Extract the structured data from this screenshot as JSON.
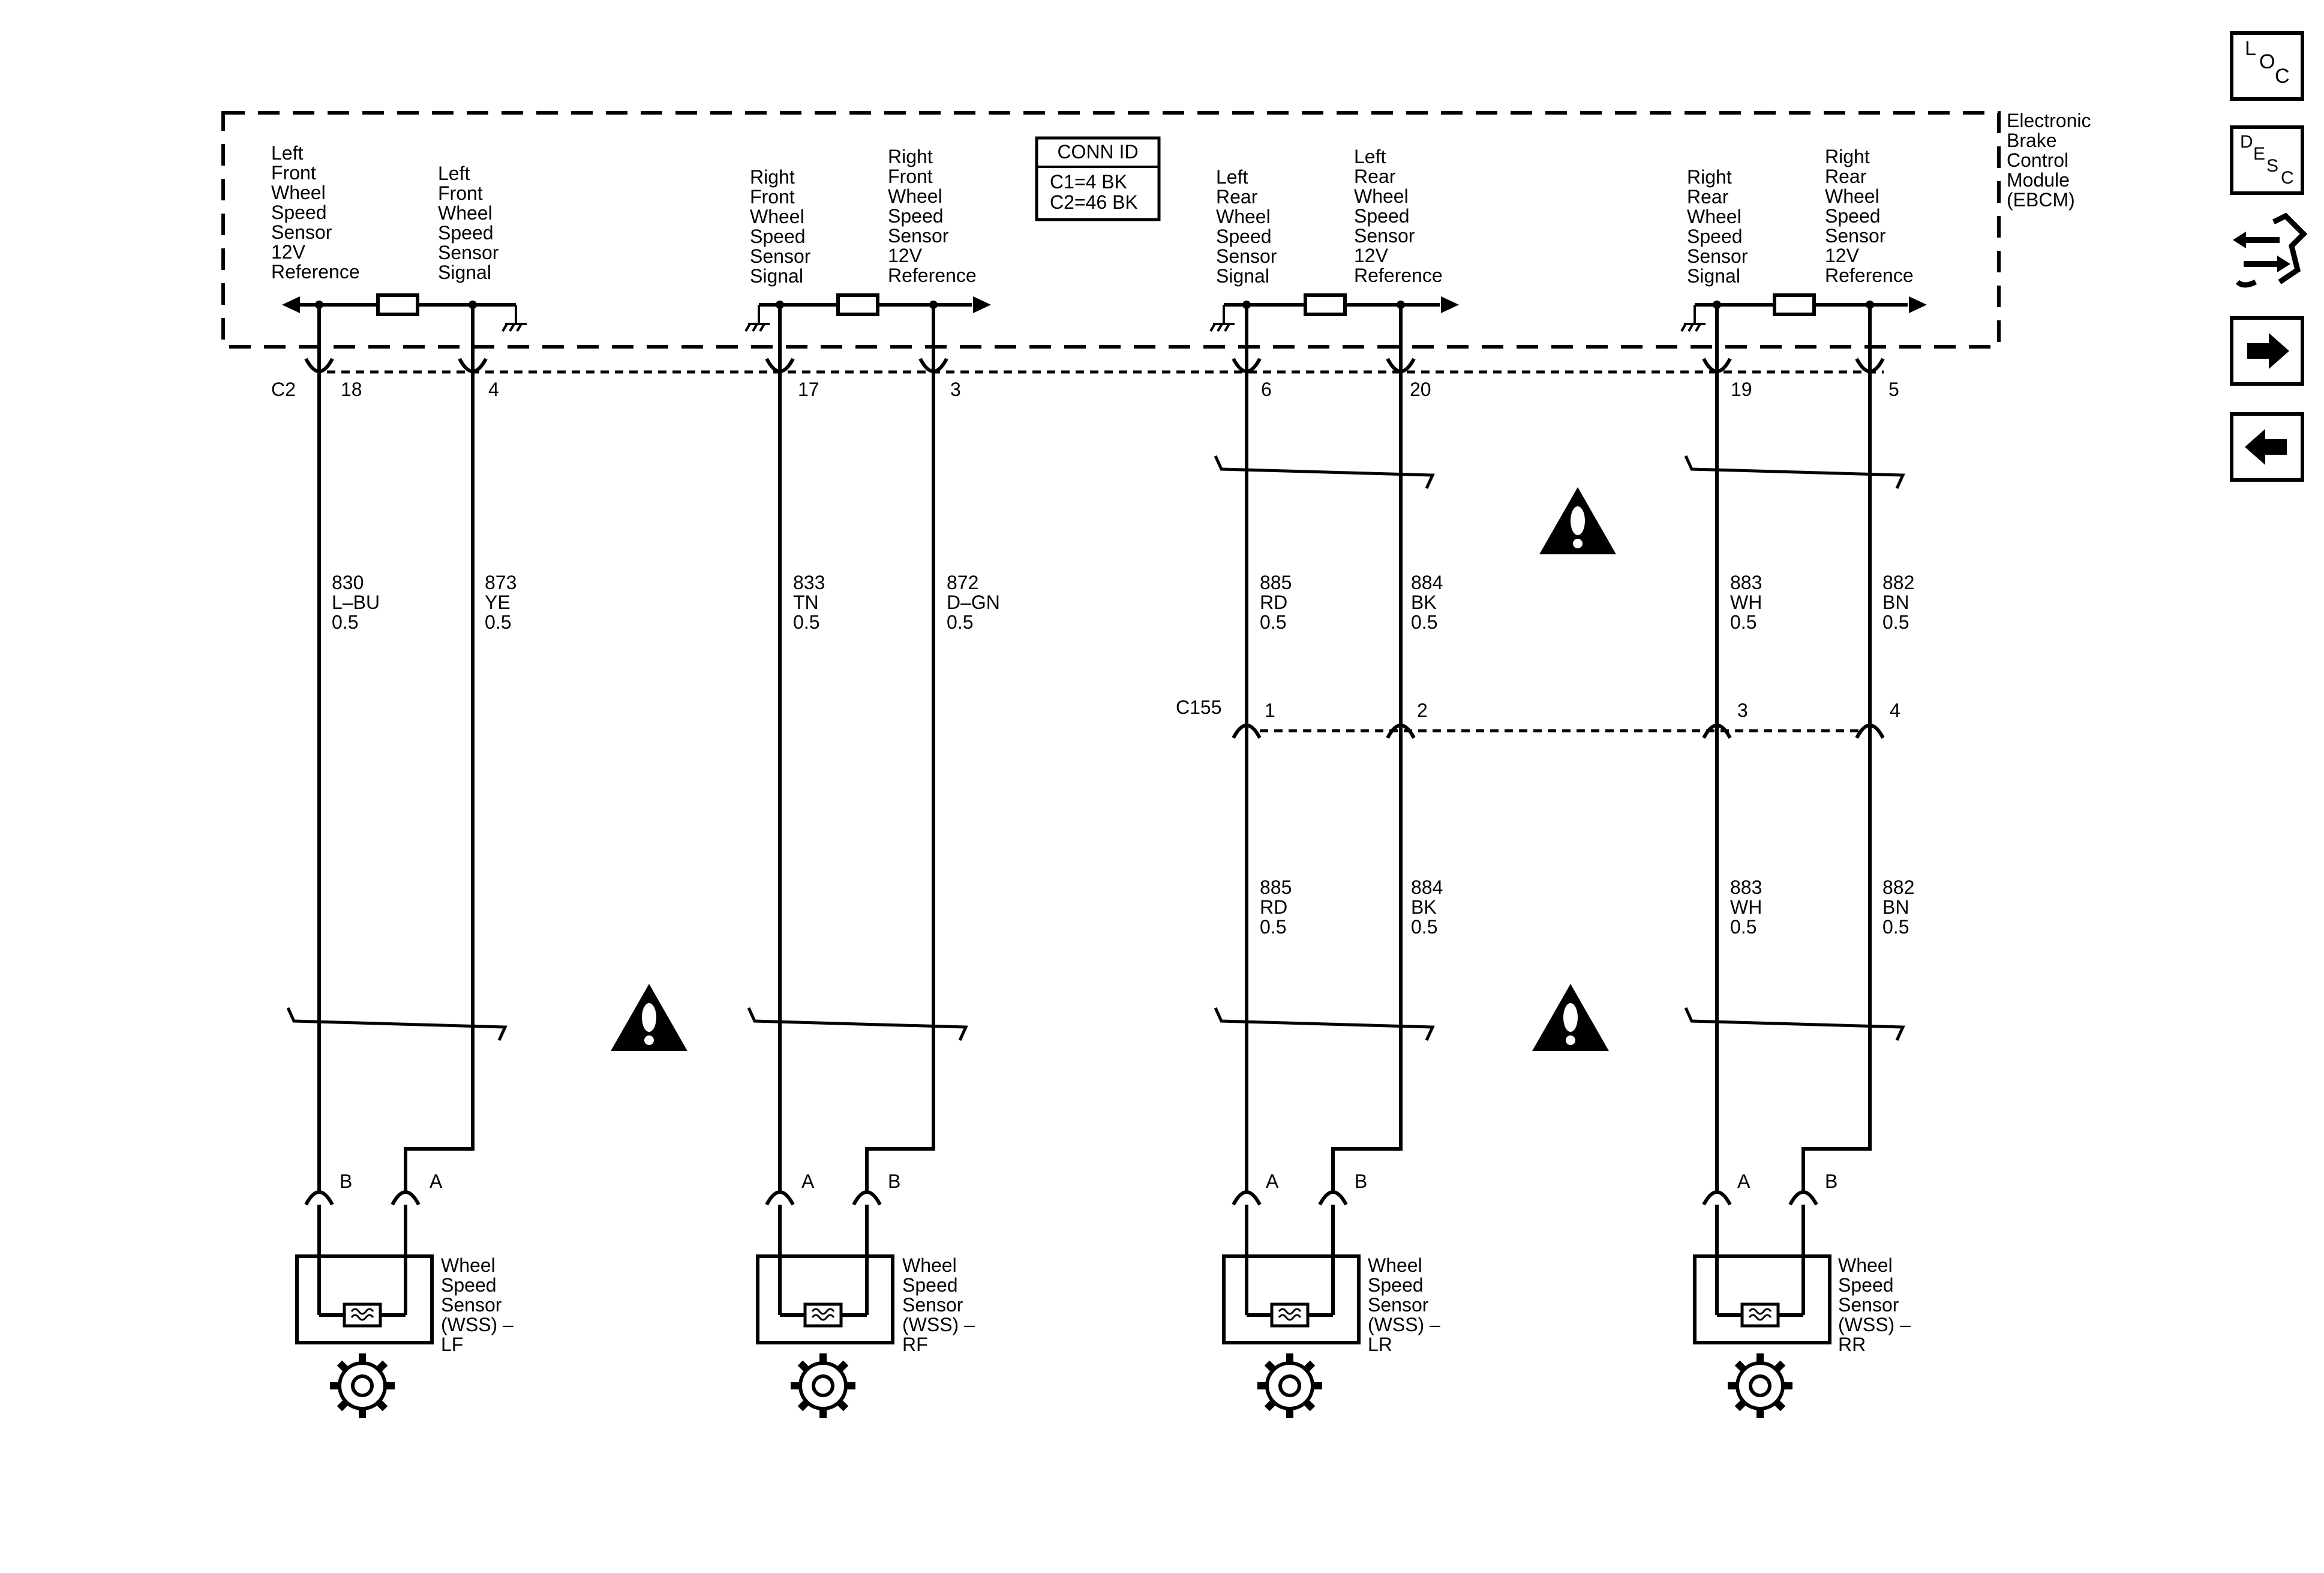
{
  "module": {
    "name_lines": [
      "Electronic",
      "Brake",
      "Control",
      "Module",
      "(EBCM)"
    ]
  },
  "conn_id": {
    "title": "CONN ID",
    "lines": [
      "C1=4 BK",
      "C2=46 BK"
    ]
  },
  "connectors": {
    "top": "C2",
    "inline": "C155"
  },
  "circuits": [
    {
      "label_lines": [
        "Left",
        "Front",
        "Wheel",
        "Speed",
        "Sensor",
        "12V",
        "Reference"
      ],
      "c2_pin": "18",
      "wire_number": "830",
      "wire_color": "L–BU",
      "wire_gauge": "0.5"
    },
    {
      "label_lines": [
        "Left",
        "Front",
        "Wheel",
        "Speed",
        "Sensor",
        "Signal"
      ],
      "c2_pin": "4",
      "wire_number": "873",
      "wire_color": "YE",
      "wire_gauge": "0.5"
    },
    {
      "label_lines": [
        "Right",
        "Front",
        "Wheel",
        "Speed",
        "Sensor",
        "Signal"
      ],
      "c2_pin": "17",
      "wire_number": "833",
      "wire_color": "TN",
      "wire_gauge": "0.5"
    },
    {
      "label_lines": [
        "Right",
        "Front",
        "Wheel",
        "Speed",
        "Sensor",
        "12V",
        "Reference"
      ],
      "c2_pin": "3",
      "wire_number": "872",
      "wire_color": "D–GN",
      "wire_gauge": "0.5"
    },
    {
      "label_lines": [
        "Left",
        "Rear",
        "Wheel",
        "Speed",
        "Sensor",
        "Signal"
      ],
      "c2_pin": "6",
      "wire_number": "885",
      "wire_color": "RD",
      "wire_gauge": "0.5",
      "c155_pin": "1"
    },
    {
      "label_lines": [
        "Left",
        "Rear",
        "Wheel",
        "Speed",
        "Sensor",
        "12V",
        "Reference"
      ],
      "c2_pin": "20",
      "wire_number": "884",
      "wire_color": "BK",
      "wire_gauge": "0.5",
      "c155_pin": "2"
    },
    {
      "label_lines": [
        "Right",
        "Rear",
        "Wheel",
        "Speed",
        "Sensor",
        "Signal"
      ],
      "c2_pin": "19",
      "wire_number": "883",
      "wire_color": "WH",
      "wire_gauge": "0.5",
      "c155_pin": "3"
    },
    {
      "label_lines": [
        "Right",
        "Rear",
        "Wheel",
        "Speed",
        "Sensor",
        "12V",
        "Reference"
      ],
      "c2_pin": "5",
      "wire_number": "882",
      "wire_color": "BN",
      "wire_gauge": "0.5",
      "c155_pin": "4"
    }
  ],
  "sensors": [
    {
      "name_lines": [
        "Wheel",
        "Speed",
        "Sensor",
        "(WSS) –",
        "LF"
      ],
      "left_pin": "B",
      "right_pin": "A"
    },
    {
      "name_lines": [
        "Wheel",
        "Speed",
        "Sensor",
        "(WSS) –",
        "RF"
      ],
      "left_pin": "A",
      "right_pin": "B"
    },
    {
      "name_lines": [
        "Wheel",
        "Speed",
        "Sensor",
        "(WSS) –",
        "LR"
      ],
      "left_pin": "A",
      "right_pin": "B"
    },
    {
      "name_lines": [
        "Wheel",
        "Speed",
        "Sensor",
        "(WSS) –",
        "RR"
      ],
      "left_pin": "A",
      "right_pin": "B"
    }
  ],
  "nav": {
    "loc_letters": [
      "L",
      "O",
      "C"
    ],
    "desc_letters": [
      "D",
      "E",
      "S",
      "C"
    ],
    "icons": [
      "loc-icon",
      "desc-icon",
      "schematic-repair-icon",
      "next-arrow-icon",
      "previous-arrow-icon"
    ]
  }
}
